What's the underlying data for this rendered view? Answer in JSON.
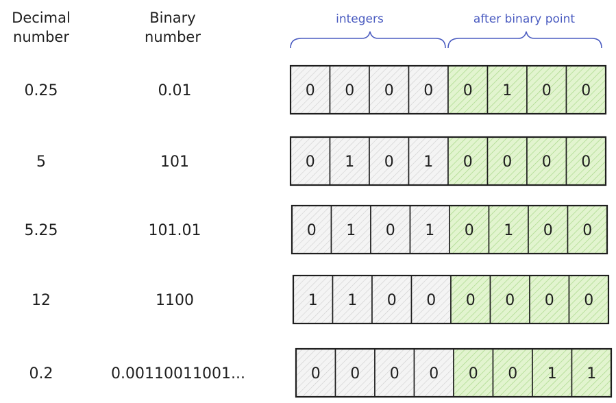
{
  "headers": {
    "decimal_line1": "Decimal",
    "decimal_line2": "number",
    "binary_line1": "Binary",
    "binary_line2": "number"
  },
  "annotations": {
    "integers": "integers",
    "fraction": "after binary point"
  },
  "rows": [
    {
      "decimal": "0.25",
      "binary": "0.01",
      "bits": [
        "0",
        "0",
        "0",
        "0",
        "0",
        "1",
        "0",
        "0"
      ]
    },
    {
      "decimal": "5",
      "binary": "101",
      "bits": [
        "0",
        "1",
        "0",
        "1",
        "0",
        "0",
        "0",
        "0"
      ]
    },
    {
      "decimal": "5.25",
      "binary": "101.01",
      "bits": [
        "0",
        "1",
        "0",
        "1",
        "0",
        "1",
        "0",
        "0"
      ]
    },
    {
      "decimal": "12",
      "binary": "1100",
      "bits": [
        "1",
        "1",
        "0",
        "0",
        "0",
        "0",
        "0",
        "0"
      ]
    },
    {
      "decimal": "0.2",
      "binary": "0.00110011001...",
      "bits": [
        "0",
        "0",
        "0",
        "0",
        "0",
        "0",
        "1",
        "1"
      ]
    }
  ],
  "colors": {
    "integer_fill": "#f2f2f2",
    "fraction_fill": "#d8f0c0",
    "stroke": "#1e1e1e",
    "annotation": "#4a5bc0"
  }
}
